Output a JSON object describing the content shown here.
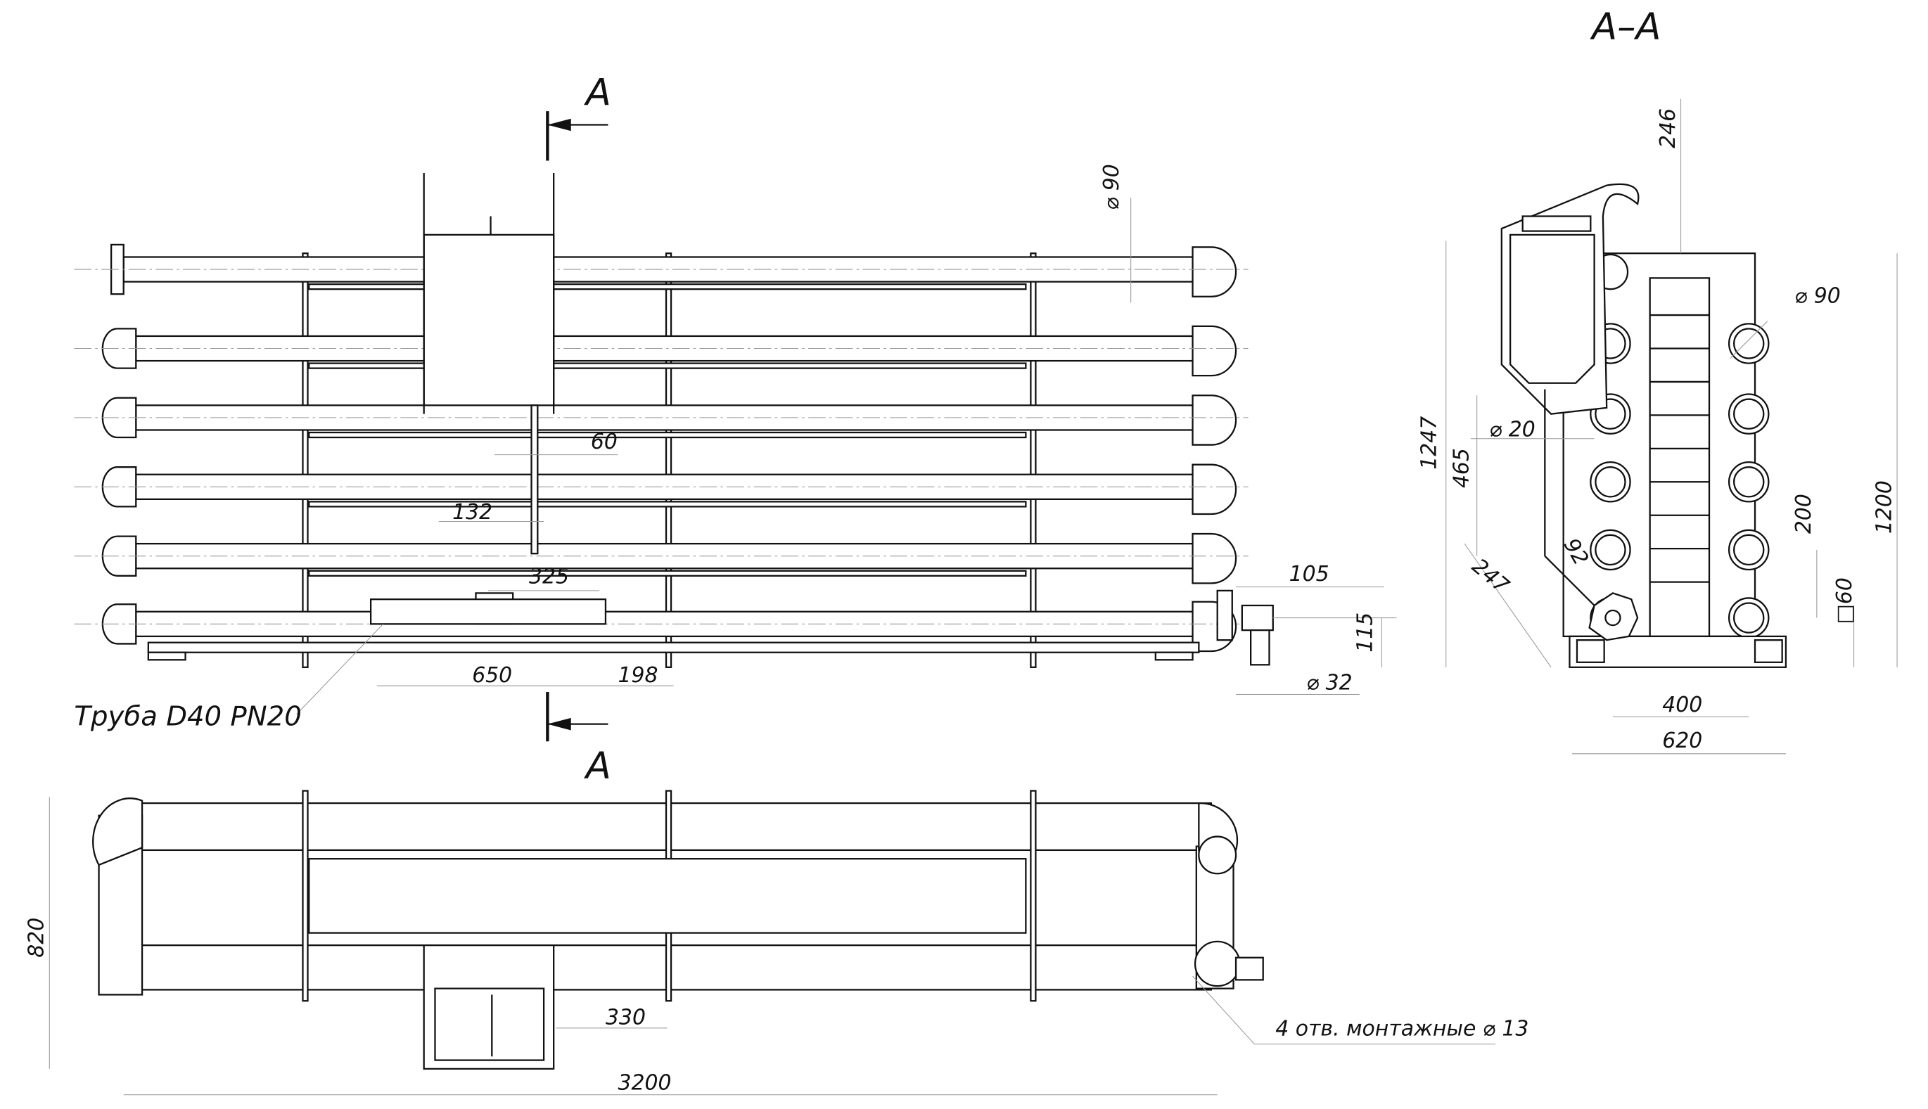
{
  "section_marks": {
    "top": "A",
    "bottom": "A",
    "title": "A–A"
  },
  "front_view": {
    "dims": {
      "pipe_dia": "⌀ 90",
      "d60": "60",
      "d132": "132",
      "d325": "325",
      "d105": "105",
      "d115": "115",
      "d650": "650",
      "d198": "198",
      "d32": "⌀ 32"
    },
    "pipe_label": "Труба D40 PN20"
  },
  "top_view": {
    "dims": {
      "d820": "820",
      "d330": "330",
      "d3200": "3200"
    },
    "holes_label": "4 отв. монтажные ⌀ 13"
  },
  "section_view": {
    "dims": {
      "d246": "246",
      "pipe_dia": "⌀ 90",
      "d1247": "1247",
      "d465": "465",
      "d20": "⌀ 20",
      "d92": "92",
      "d247": "247",
      "d200": "200",
      "d1200": "1200",
      "sq60": "□60",
      "d400": "400",
      "d620": "620"
    }
  }
}
